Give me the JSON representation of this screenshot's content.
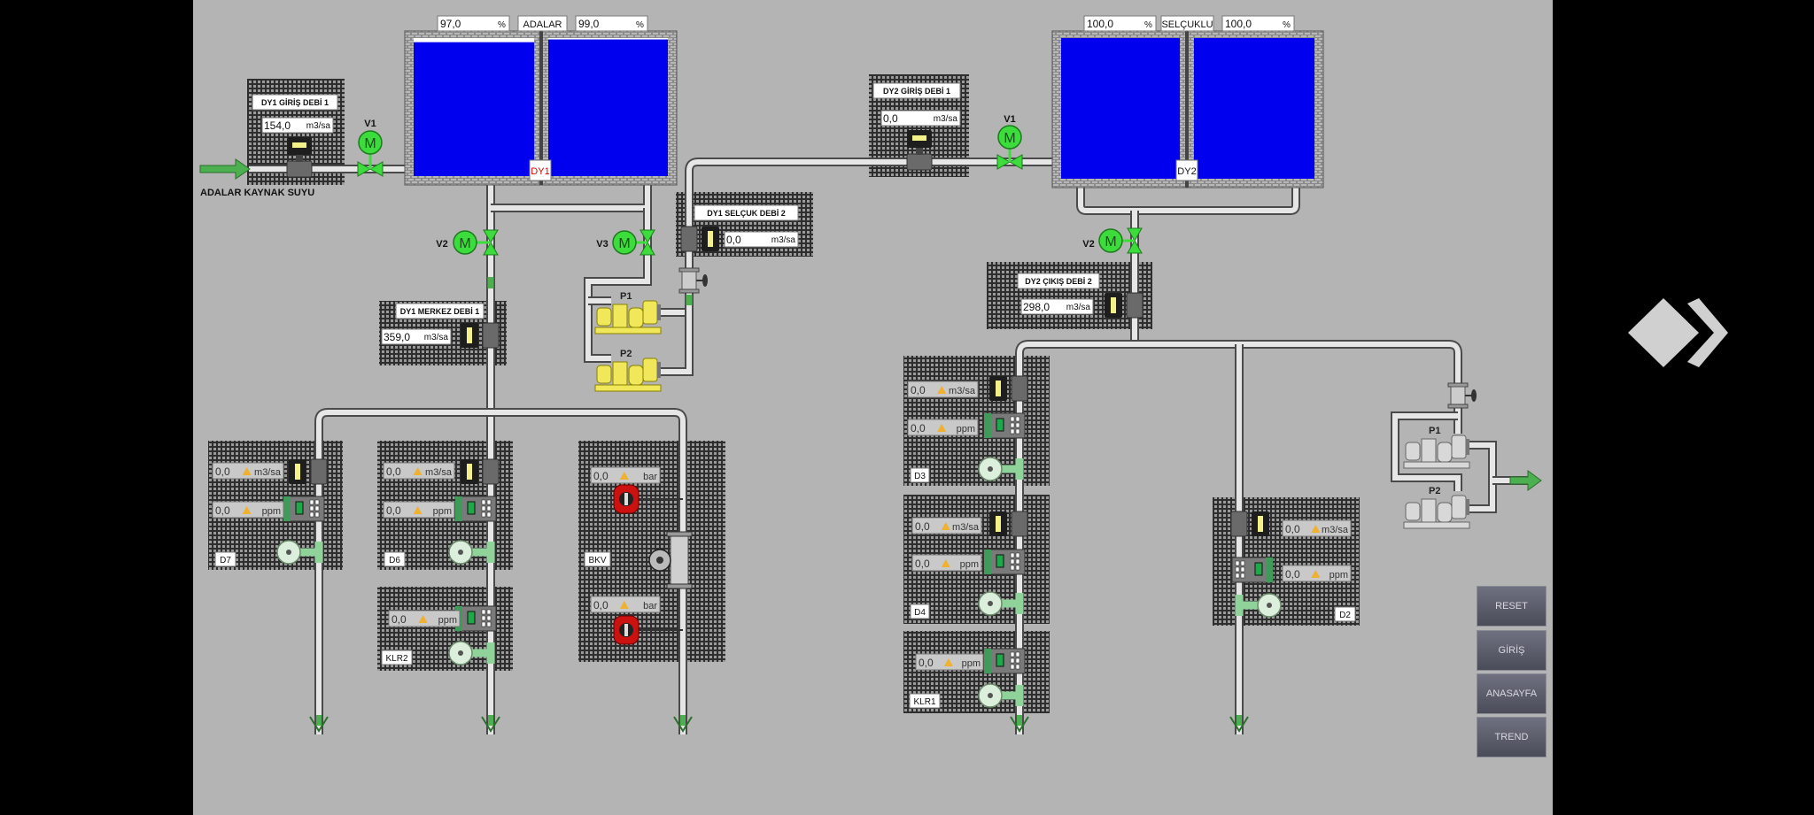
{
  "left_tank": {
    "name": "ADALAR",
    "tag": "DY1",
    "level_left": "97,0",
    "level_right": "99,0",
    "unit": "%",
    "fill_left": 0.97,
    "fill_right": 0.99
  },
  "right_tank": {
    "name": "SELÇUKLU",
    "tag": "DY2",
    "level_left": "100,0",
    "level_right": "100,0",
    "unit": "%",
    "fill_left": 1.0,
    "fill_right": 1.0
  },
  "source_label": "ADALAR KAYNAK SUYU",
  "valves": {
    "left_v1": "V1",
    "left_v2": "V2",
    "left_v3": "V3",
    "right_v1": "V1",
    "right_v2": "V2",
    "motor_symbol": "M"
  },
  "pumps": {
    "left_p1": "P1",
    "left_p2": "P2",
    "right_p1": "P1",
    "right_p2": "P2"
  },
  "meters": {
    "dy1_giris": {
      "label": "DY1 GİRİŞ DEBİ 1",
      "value": "154,0",
      "unit": "m3/sa"
    },
    "dy2_giris": {
      "label": "DY2 GİRİŞ DEBİ 1",
      "value": "0,0",
      "unit": "m3/sa"
    },
    "dy1_selcuk": {
      "label": "DY1 SELÇUK DEBİ 2",
      "value": "0,0",
      "unit": "m3/sa"
    },
    "dy1_merkez": {
      "label": "DY1 MERKEZ DEBİ 1",
      "value": "359,0",
      "unit": "m3/sa"
    },
    "dy2_cikis": {
      "label": "DY2 ÇIKIŞ DEBİ 2",
      "value": "298,0",
      "unit": "m3/sa"
    }
  },
  "stations": [
    {
      "label": "D7",
      "readings": [
        {
          "value": "0,0",
          "unit": "m3/sa"
        },
        {
          "value": "0,0",
          "unit": "ppm"
        }
      ]
    },
    {
      "label": "D6",
      "readings": [
        {
          "value": "0,0",
          "unit": "m3/sa"
        },
        {
          "value": "0,0",
          "unit": "ppm"
        }
      ]
    },
    {
      "label": "KLR2",
      "readings": [
        {
          "value": "0,0",
          "unit": "ppm"
        }
      ]
    },
    {
      "label": "BKV",
      "readings": [
        {
          "value": "0,0",
          "unit": "bar"
        },
        {
          "value": "0,0",
          "unit": "bar"
        }
      ]
    },
    {
      "label": "D3",
      "readings": [
        {
          "value": "0,0",
          "unit": "m3/sa"
        },
        {
          "value": "0,0",
          "unit": "ppm"
        }
      ]
    },
    {
      "label": "D4",
      "readings": [
        {
          "value": "0,0",
          "unit": "m3/sa"
        },
        {
          "value": "0,0",
          "unit": "ppm"
        }
      ]
    },
    {
      "label": "KLR1",
      "readings": [
        {
          "value": "0,0",
          "unit": "ppm"
        }
      ]
    },
    {
      "label": "D2",
      "readings": [
        {
          "value": "0,0",
          "unit": "m3/sa"
        },
        {
          "value": "0,0",
          "unit": "ppm"
        }
      ]
    }
  ],
  "buttons": {
    "reset": "RESET",
    "giris": "GİRİŞ",
    "anasayfa": "ANASAYFA",
    "trend": "TREND"
  },
  "colors": {
    "background": "#b4b4b4",
    "water": "#0000ee",
    "pipe": "#e6e6e6",
    "flow": "#4caf50",
    "valve": "#3ddc3d",
    "pump_active": "#f0e85a",
    "gauge_red": "#cc1111"
  }
}
